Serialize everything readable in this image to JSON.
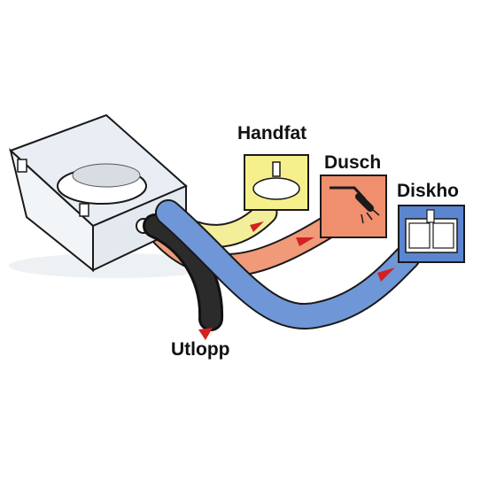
{
  "labels": {
    "handfat": "Handfat",
    "dusch": "Dusch",
    "diskho": "Diskho",
    "utlopp": "Utlopp"
  },
  "colors": {
    "background": "#ffffff",
    "handfat_pipe": "#f3ee9a",
    "handfat_panel": "#f6f08c",
    "dusch_pipe": "#f09a7a",
    "dusch_panel": "#ef8f6e",
    "diskho_pipe": "#6f97d8",
    "diskho_panel": "#5b86cf",
    "outlet_pipe": "#2b2b2b",
    "flow_arrow": "#d42020",
    "outline": "#1a1a1a"
  },
  "icons": [
    "sink-basin-icon",
    "shower-head-icon",
    "double-sink-icon",
    "flow-arrow-icon",
    "pump-tank-icon"
  ]
}
